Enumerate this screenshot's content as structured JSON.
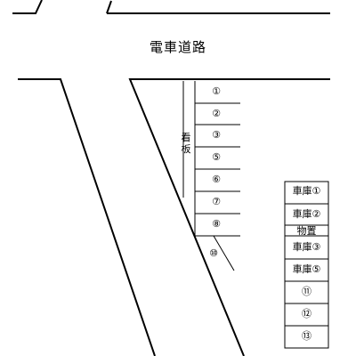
{
  "road_label": "電車道路",
  "signboard_label": "看板",
  "left_spots": [
    "①",
    "②",
    "③",
    "⑤",
    "⑥",
    "⑦",
    "⑧"
  ],
  "extra_spot": "⑩",
  "garages": [
    "車庫①",
    "車庫②",
    "車庫③",
    "車庫⑤"
  ],
  "storage_label": "物置",
  "right_spots": [
    "⑪",
    "⑫",
    "⑬"
  ],
  "colors": {
    "line": "#000000",
    "background": "#ffffff"
  }
}
